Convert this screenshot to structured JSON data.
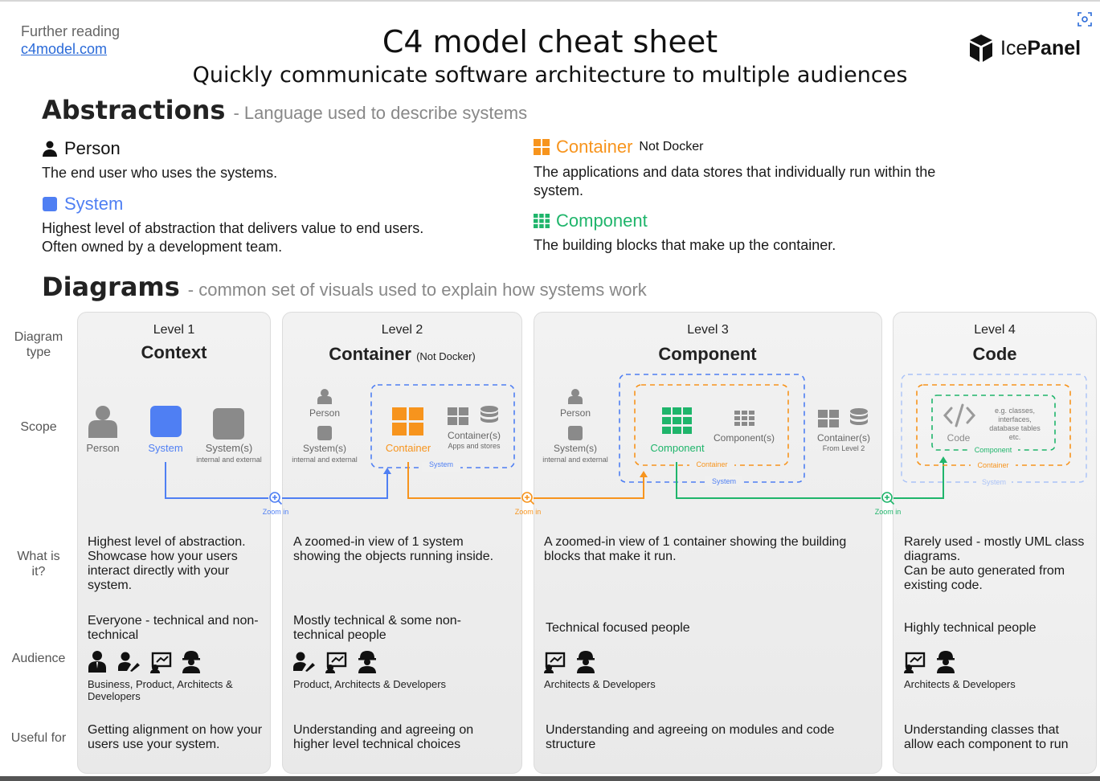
{
  "header": {
    "further_label": "Further reading",
    "further_link": "c4model.com",
    "title": "C4 model cheat sheet",
    "subtitle": "Quickly communicate software architecture to multiple audiences",
    "logo_a": "Ice",
    "logo_b": "Panel"
  },
  "abstractions": {
    "heading": "Abstractions",
    "subheading": "- Language used to describe systems",
    "person": {
      "term": "Person",
      "desc": "The end user who uses the systems."
    },
    "system": {
      "term": "System",
      "desc_1": "Highest level of abstraction that delivers value to end users.",
      "desc_2": "Often owned by a development team."
    },
    "container": {
      "term": "Container",
      "note": "Not Docker",
      "desc_1": "The applications and data stores that individually run within the",
      "desc_2": "system."
    },
    "component": {
      "term": "Component",
      "desc": "The building blocks that make up the container."
    }
  },
  "diagrams": {
    "heading": "Diagrams",
    "subheading": "- common set of visuals used to explain how systems work",
    "row_labels": {
      "diagram_type_1": "Diagram",
      "diagram_type_2": "type",
      "scope": "Scope",
      "what_1": "What is",
      "what_2": "it?",
      "audience": "Audience",
      "useful": "Useful for"
    },
    "zoom_label": "Zoom in",
    "levels": [
      {
        "level": "Level 1",
        "type": "Context",
        "scope": {
          "person": "Person",
          "system": "System",
          "systems": "System(s)",
          "systems_sub": "internal and external"
        },
        "what": [
          "Highest level of abstraction.",
          "Showcase how your users",
          "interact directly with your",
          "system."
        ],
        "audience": [
          "Everyone - technical and non-",
          "technical"
        ],
        "audience_roles": [
          "Business, Product, Architects &",
          "Developers"
        ],
        "useful": [
          "Getting alignment on how your",
          "users use your system."
        ]
      },
      {
        "level": "Level 2",
        "type": "Container",
        "type_note": "(Not Docker)",
        "scope": {
          "person": "Person",
          "systems": "System(s)",
          "systems_sub": "internal and external",
          "container": "Container",
          "containers": "Container(s)",
          "containers_sub": "Apps and stores",
          "system_box": "System"
        },
        "what": [
          "A zoomed-in view of 1 system",
          "showing the objects running inside."
        ],
        "audience": [
          "Mostly technical & some non-",
          "technical people"
        ],
        "audience_roles": [
          "Product, Architects & Developers"
        ],
        "useful": [
          "Understanding and agreeing on",
          "higher level technical choices"
        ]
      },
      {
        "level": "Level 3",
        "type": "Component",
        "scope": {
          "person": "Person",
          "systems": "System(s)",
          "systems_sub": "internal and external",
          "component": "Component",
          "components": "Component(s)",
          "containers": "Container(s)",
          "containers_sub": "From Level 2",
          "container_box": "Container",
          "system_box": "System"
        },
        "what": [
          "A zoomed-in view of 1 container showing the building",
          "blocks that make it run."
        ],
        "audience": [
          "Technical focused people"
        ],
        "audience_roles": [
          "Architects & Developers"
        ],
        "useful": [
          "Understanding and agreeing on modules and code",
          "structure"
        ]
      },
      {
        "level": "Level 4",
        "type": "Code",
        "scope": {
          "code": "Code",
          "code_note_1": "e.g. classes,",
          "code_note_2": "interfaces,",
          "code_note_3": "database tables",
          "code_note_4": "etc.",
          "component_box": "Component",
          "container_box": "Container",
          "system_box": "System"
        },
        "what": [
          "Rarely used - mostly UML class",
          "diagrams.",
          "Can be auto generated from",
          "existing code."
        ],
        "audience": [
          "Highly technical people"
        ],
        "audience_roles": [
          "Architects & Developers"
        ],
        "useful": [
          "Understanding classes that",
          "allow each component to run"
        ]
      }
    ]
  },
  "colors": {
    "system_blue": "#4f7ff3",
    "container_orange": "#f7941d",
    "component_green": "#1fb56b",
    "gray_shape": "#8a8a8a",
    "card_bg": "#f0f0f0"
  },
  "icons": [
    "person-icon",
    "system-icon",
    "container-icon",
    "component-icon",
    "zoom-in-icon",
    "database-icon",
    "code-icon",
    "business-icon",
    "product-icon",
    "architect-icon",
    "developer-icon",
    "icepanel-logo-icon",
    "focus-icon"
  ]
}
